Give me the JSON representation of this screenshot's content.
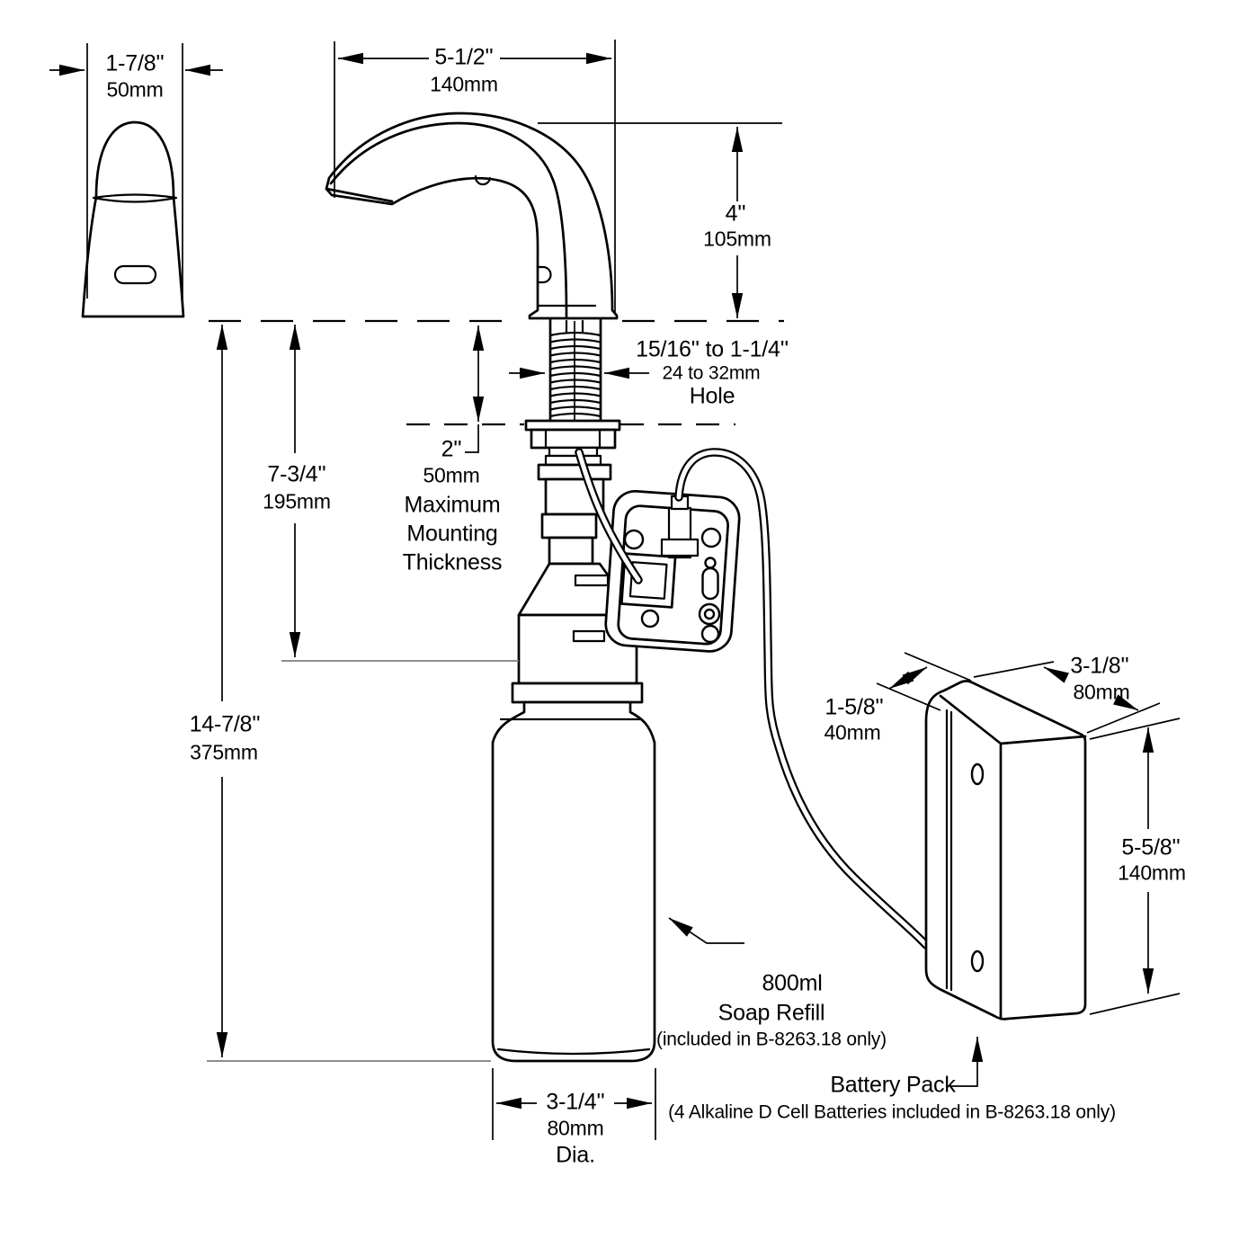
{
  "page": {
    "background": "#ffffff",
    "line_color": "#000000"
  },
  "dimensions": {
    "spout_width": {
      "inches": "1-7/8''",
      "mm": "50mm"
    },
    "spout_reach": {
      "inches": "5-1/2''",
      "mm": "140mm"
    },
    "spout_height": {
      "inches": "4''",
      "mm": "105mm"
    },
    "mounting_hole": {
      "inches": "15/16'' to 1-1/4''",
      "mm": "24 to 32mm",
      "caption": "Hole"
    },
    "mounting_thickness": {
      "inches": "2''",
      "mm": "50mm",
      "caption_line1": "Maximum",
      "caption_line2": "Mounting",
      "caption_line3": "Thickness"
    },
    "under_counter_clearance": {
      "inches": "7-3/4''",
      "mm": "195mm"
    },
    "overall_depth": {
      "inches": "14-7/8''",
      "mm": "375mm"
    },
    "battery_pack_depth": {
      "inches": "1-5/8''",
      "mm": "40mm"
    },
    "battery_pack_width": {
      "inches": "3-1/8''",
      "mm": "80mm"
    },
    "battery_pack_height": {
      "inches": "5-5/8''",
      "mm": "140mm"
    },
    "bottle_diameter": {
      "inches": "3-1/4''",
      "mm": "80mm",
      "caption": "Dia."
    }
  },
  "callouts": {
    "soap_refill": {
      "volume": "800ml",
      "label": "Soap Refill",
      "note": "(included in B-8263.18 only)"
    },
    "battery_pack": {
      "label": "Battery Pack",
      "note": "(4 Alkaline D Cell Batteries included in B-8263.18 only)"
    }
  }
}
